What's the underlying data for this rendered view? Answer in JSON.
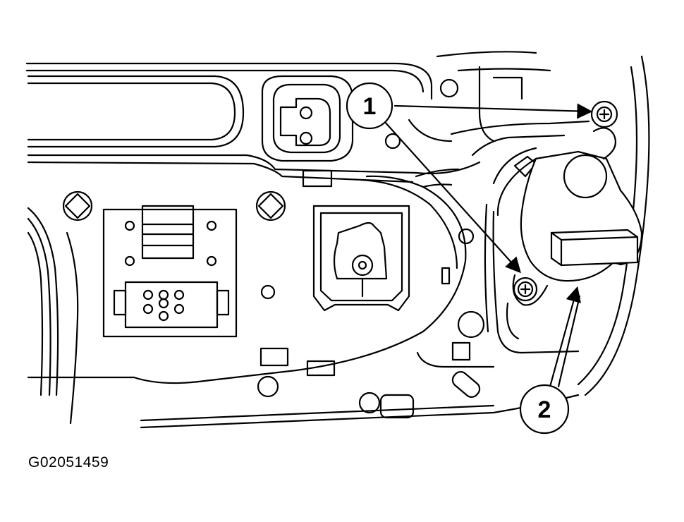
{
  "figure": {
    "id_label": "G02051459"
  },
  "callouts": [
    {
      "number": "1",
      "meaning": "screws"
    },
    {
      "number": "2",
      "meaning": "component"
    }
  ],
  "colors": {
    "ink": "#000000",
    "background": "#ffffff"
  }
}
